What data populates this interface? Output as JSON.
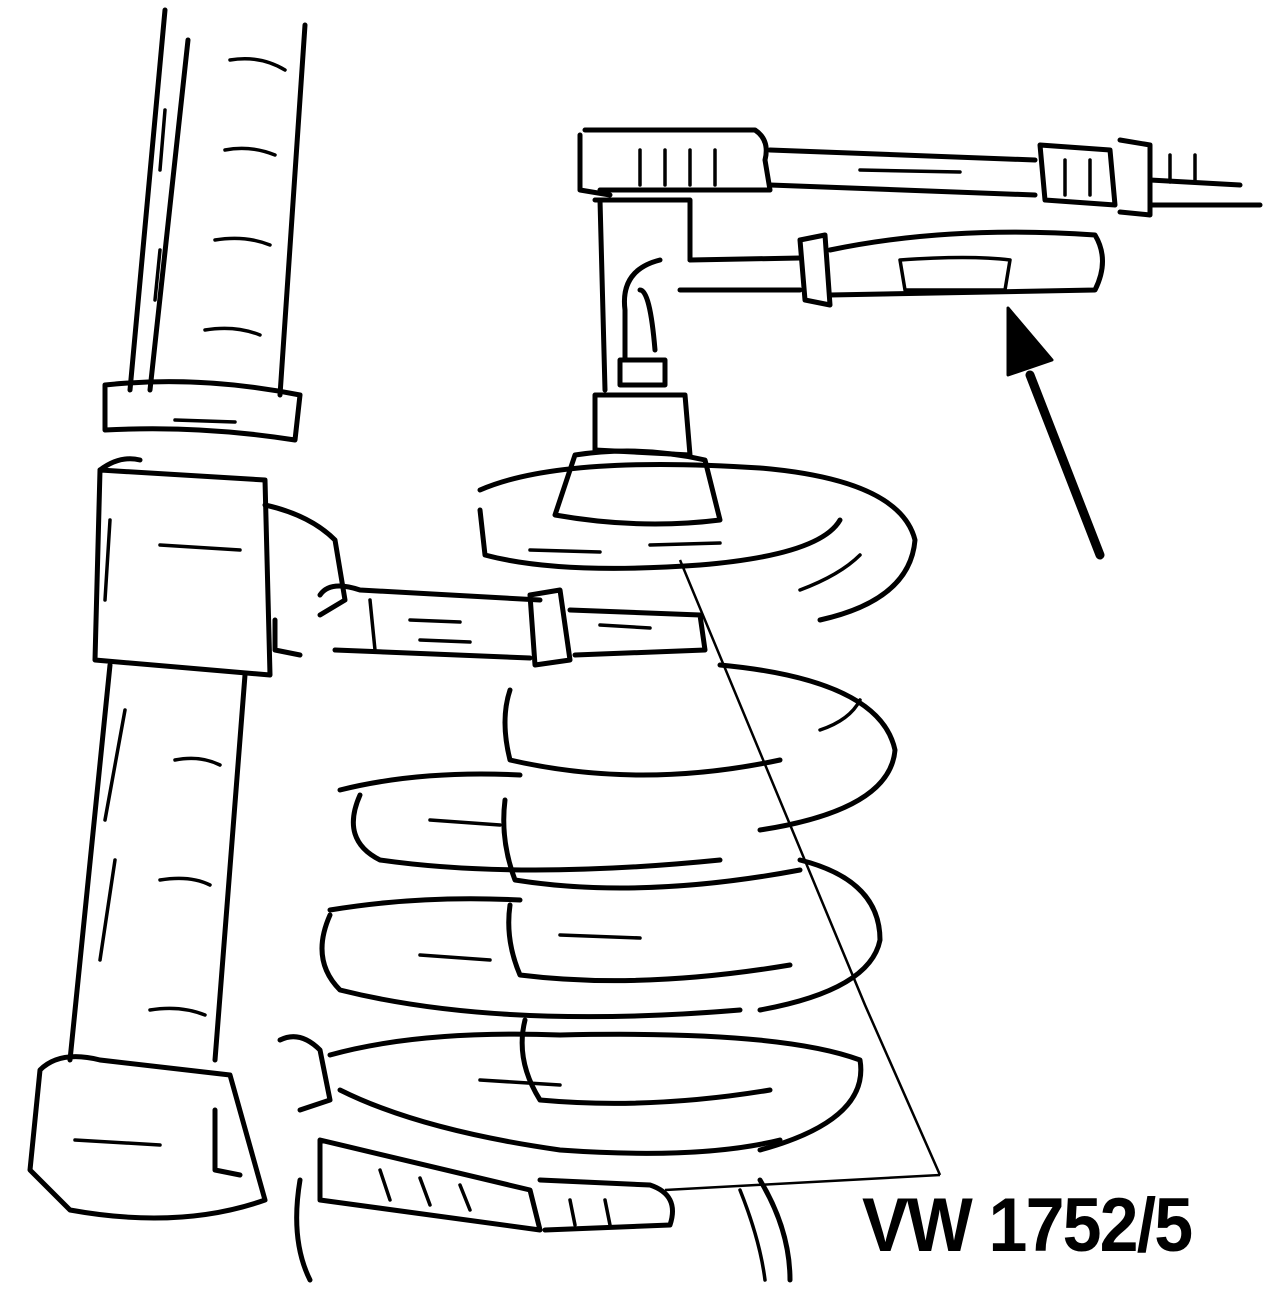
{
  "diagram": {
    "tool_label": "VW 1752/5",
    "components": [
      "strut",
      "coil-spring",
      "spring-compressor",
      "torque-wrench",
      "socket-extension",
      "direction-arrow"
    ],
    "colors": {
      "ink": "#000000",
      "paper": "#ffffff"
    }
  }
}
